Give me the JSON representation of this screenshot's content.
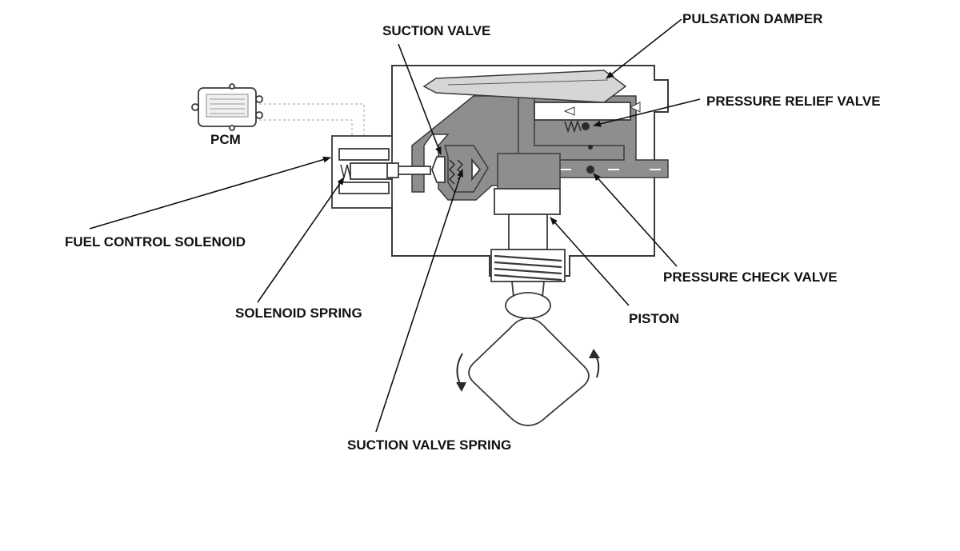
{
  "labels": {
    "pcm": "PCM",
    "suction_valve": "SUCTION VALVE",
    "pulsation_damper": "PULSATION DAMPER",
    "pressure_relief_valve": "PRESSURE RELIEF VALVE",
    "fuel_control_solenoid": "FUEL CONTROL SOLENOID",
    "solenoid_spring": "SOLENOID SPRING",
    "pressure_check_valve": "PRESSURE CHECK VALVE",
    "piston": "PISTON",
    "suction_valve_spring": "SUCTION VALVE SPRING"
  },
  "colors": {
    "fuel_passage": "#8e8e8e",
    "outline": "#3a3a3a",
    "text": "#111111"
  }
}
